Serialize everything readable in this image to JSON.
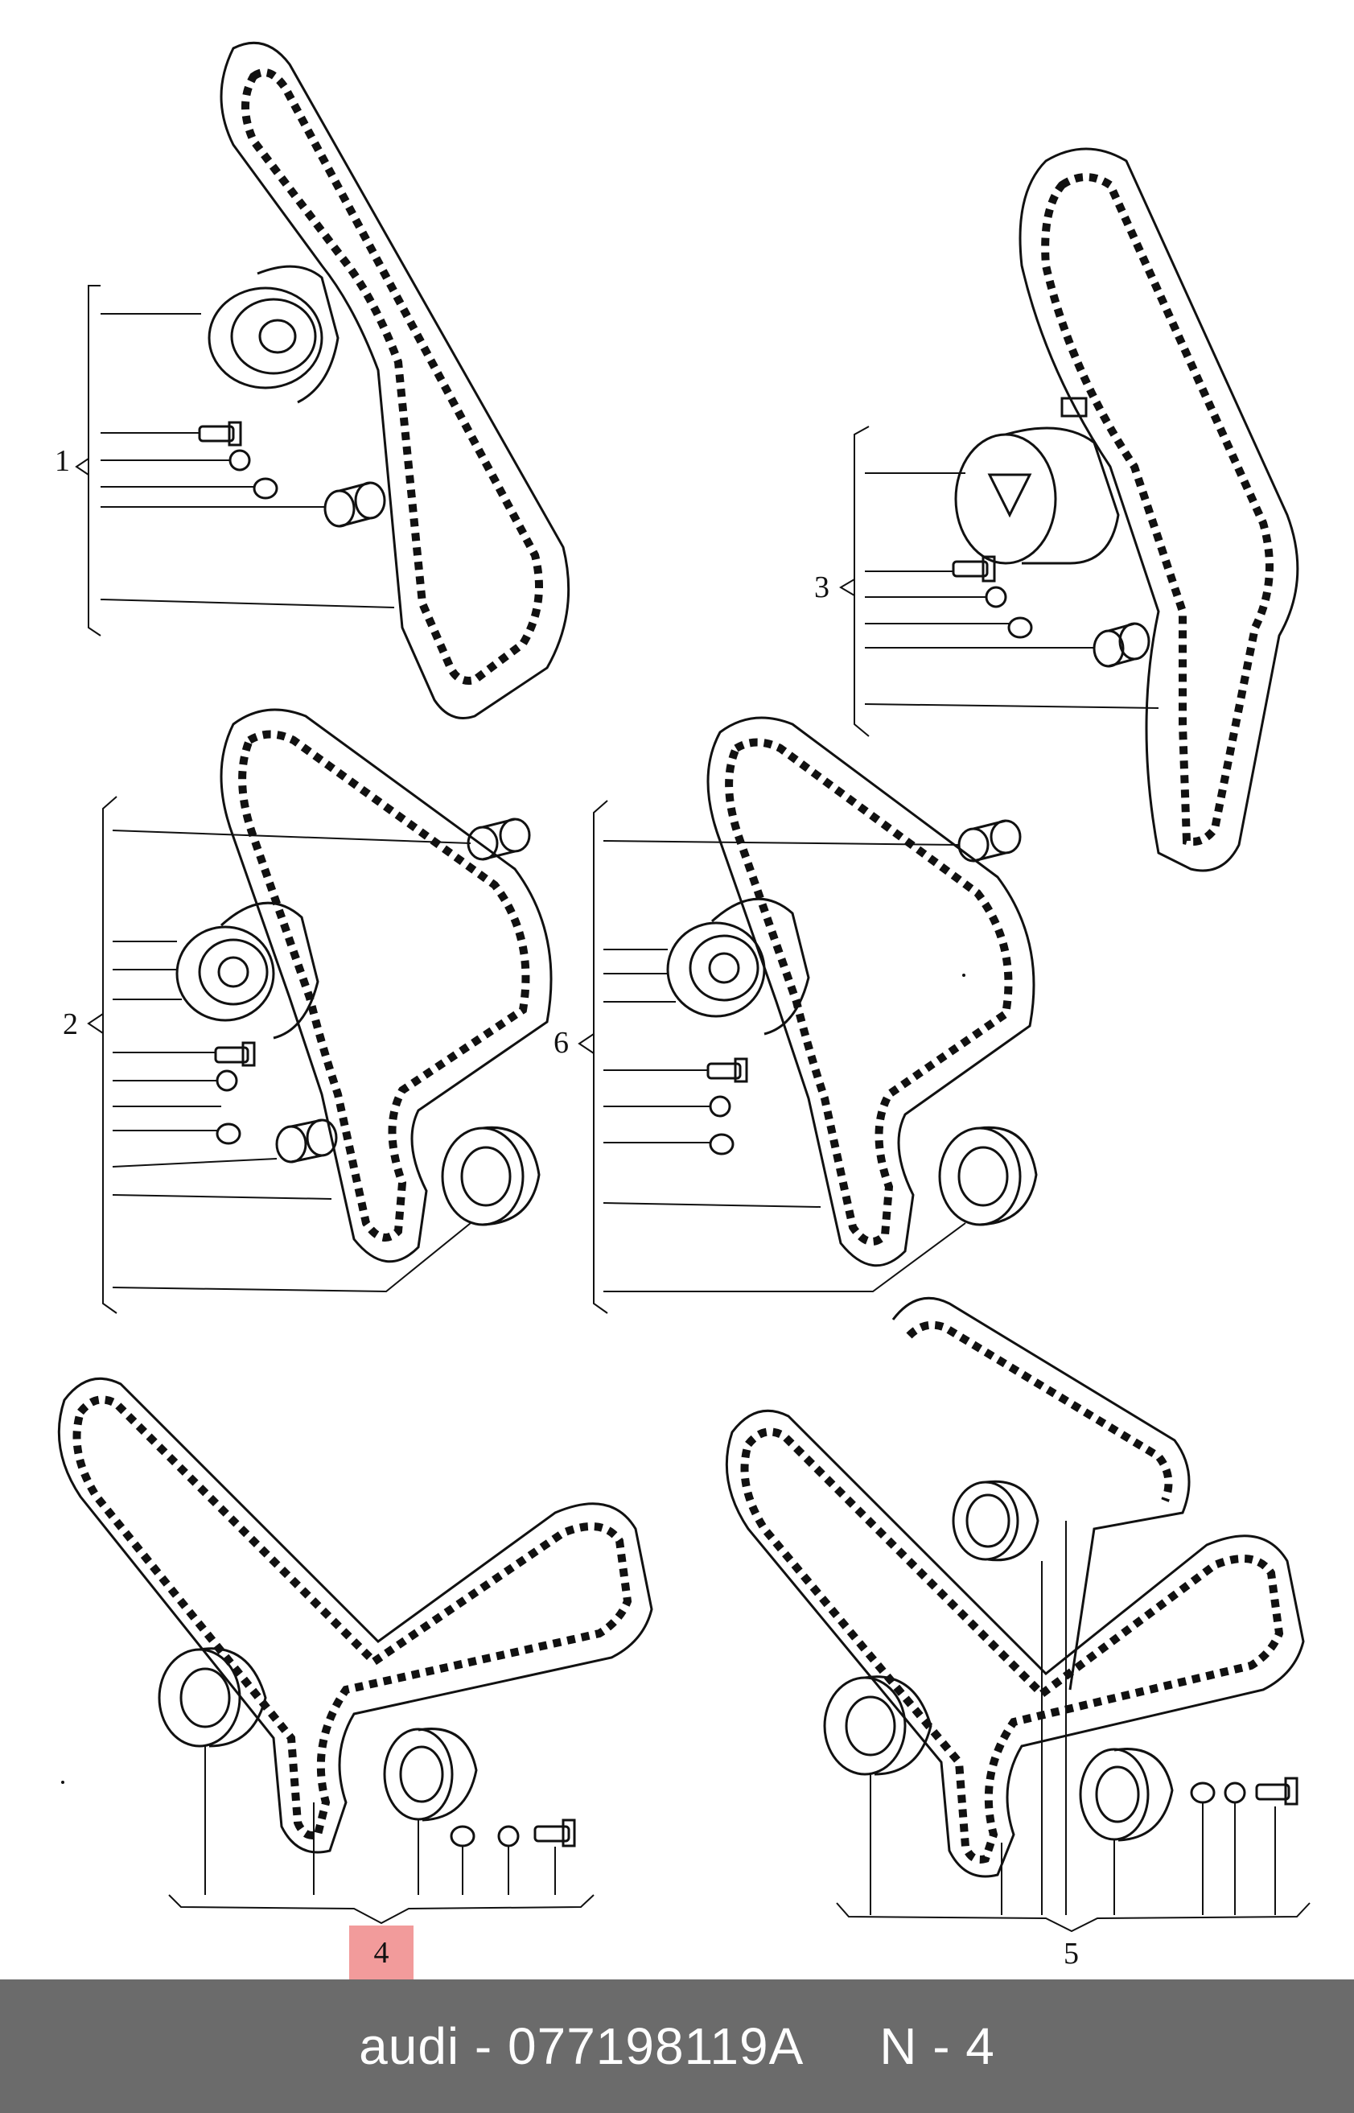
{
  "diagram": {
    "callouts": {
      "group1": "1",
      "group2": "2",
      "group3": "3",
      "group5": "5",
      "group6": "6"
    },
    "highlighted_callout": "4"
  },
  "footer": {
    "brand": "audi",
    "separator": "-",
    "part_number": "077198119A",
    "position": "N - 4"
  },
  "colors": {
    "line": "#111111",
    "footer_bg": "#6b6b6b",
    "highlight": "#f08a8a"
  }
}
